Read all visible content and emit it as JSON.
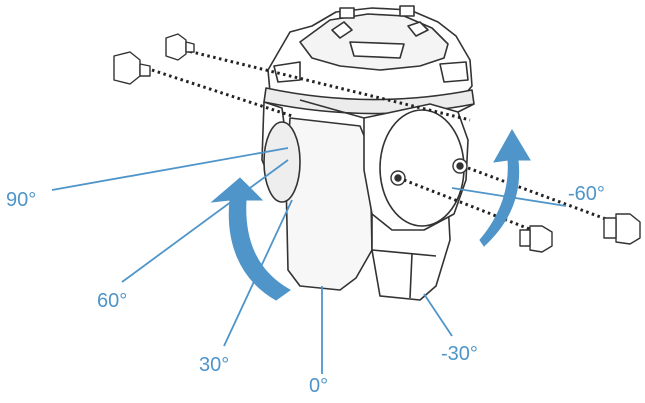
{
  "colors": {
    "accent": "#4f95c9",
    "line": "#333333"
  },
  "angle_labels": {
    "deg_90": "90°",
    "deg_60": "60°",
    "deg_30": "30°",
    "deg_0": "0°",
    "deg_neg30": "-30°",
    "deg_neg60": "-60°"
  },
  "icons": [
    "rotation-arrow-left-icon",
    "rotation-arrow-right-icon",
    "screw-icon"
  ]
}
